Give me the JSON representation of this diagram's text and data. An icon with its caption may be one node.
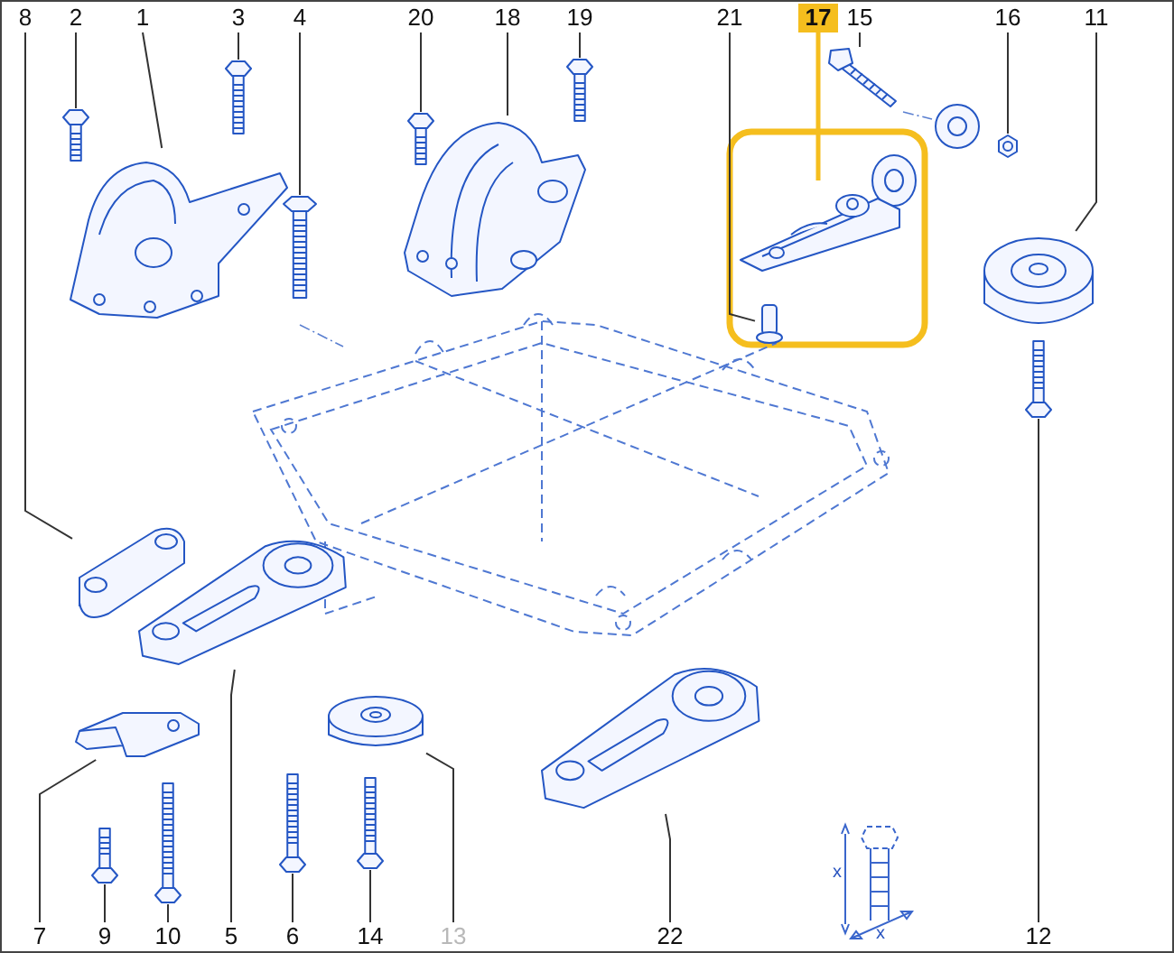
{
  "diagram": {
    "nodes": [
      {
        "text": [
          "8"
        ]
      },
      {
        "text": [
          "2"
        ]
      },
      {
        "text": [
          "1"
        ]
      },
      {
        "text": [
          "3"
        ]
      },
      {
        "text": [
          "4"
        ]
      },
      {
        "text": [
          "20"
        ]
      },
      {
        "text": [
          "18"
        ]
      },
      {
        "text": [
          "19"
        ]
      },
      {
        "text": [
          "21"
        ]
      },
      {
        "text": [
          "17"
        ]
      },
      {
        "text": [
          "15"
        ]
      },
      {
        "text": [
          "16"
        ]
      },
      {
        "text": [
          "11"
        ]
      },
      {
        "text": [
          "7"
        ]
      },
      {
        "text": [
          "9"
        ]
      },
      {
        "text": [
          "10"
        ]
      },
      {
        "text": [
          "5"
        ]
      },
      {
        "text": [
          "6"
        ]
      },
      {
        "text": [
          "14"
        ]
      },
      {
        "text": [
          "13"
        ]
      },
      {
        "text": [
          "22"
        ]
      },
      {
        "text": [
          "12"
        ]
      },
      {
        "text": [],
        "shape": "picture"
      },
      {
        "text": [],
        "shape": "picture"
      },
      {
        "text": [],
        "shape": "picture"
      },
      {
        "text": [],
        "shape": "picture"
      },
      {
        "text": [],
        "shape": "picture"
      },
      {
        "text": [],
        "shape": "picture"
      },
      {
        "text": [],
        "shape": "picture"
      },
      {
        "text": [],
        "shape": "picture"
      },
      {
        "text": [],
        "shape": "picture"
      },
      {
        "text": [],
        "shape": "picture"
      },
      {
        "text": [],
        "shape": "picture"
      },
      {
        "text": [],
        "shape": "picture"
      },
      {
        "text": [],
        "shape": "picture"
      },
      {
        "text": [],
        "shape": "picture"
      },
      {
        "text": [],
        "shape": "picture"
      },
      {
        "text": [],
        "shape": "picture"
      },
      {
        "text": [],
        "shape": "picture"
      },
      {
        "text": [],
        "shape": "picture"
      },
      {
        "text": [],
        "shape": "picture"
      },
      {
        "text": [],
        "shape": "picture"
      },
      {
        "text": [],
        "shape": "picture"
      },
      {
        "text": [],
        "shape": "picture"
      },
      {
        "text": [],
        "shape": "picture"
      }
    ],
    "edges": [
      {
        "from": 0,
        "to": 22,
        "arrow": "none"
      },
      {
        "from": 1,
        "to": 23,
        "arrow": "none"
      },
      {
        "from": 2,
        "to": 24,
        "arrow": "none"
      },
      {
        "from": 3,
        "to": 25,
        "arrow": "none"
      },
      {
        "from": 4,
        "to": 26,
        "arrow": "none"
      },
      {
        "from": 5,
        "to": 27,
        "arrow": "none"
      },
      {
        "from": 6,
        "to": 28,
        "arrow": "none"
      },
      {
        "from": 7,
        "to": 29,
        "arrow": "none"
      },
      {
        "from": 8,
        "to": 30,
        "arrow": "none"
      },
      {
        "from": 9,
        "to": 31,
        "arrow": "none",
        "style": "thick",
        "color": "#f5be1e"
      },
      {
        "from": 10,
        "to": 32,
        "arrow": "none"
      },
      {
        "from": 11,
        "to": 33,
        "arrow": "none"
      },
      {
        "from": 12,
        "to": 34,
        "arrow": "none"
      },
      {
        "from": 13,
        "to": 35,
        "arrow": "none"
      },
      {
        "from": 14,
        "to": 36,
        "arrow": "none"
      },
      {
        "from": 15,
        "to": 37,
        "arrow": "none"
      },
      {
        "from": 16,
        "to": 38,
        "arrow": "none"
      },
      {
        "from": 17,
        "to": 39,
        "arrow": "none"
      },
      {
        "from": 18,
        "to": 40,
        "arrow": "none"
      },
      {
        "from": 19,
        "to": 41,
        "arrow": "none"
      },
      {
        "from": 20,
        "to": 42,
        "arrow": "none"
      },
      {
        "from": 21,
        "to": 43,
        "arrow": "none"
      }
    ],
    "labels": [
      "x",
      "x"
    ]
  }
}
